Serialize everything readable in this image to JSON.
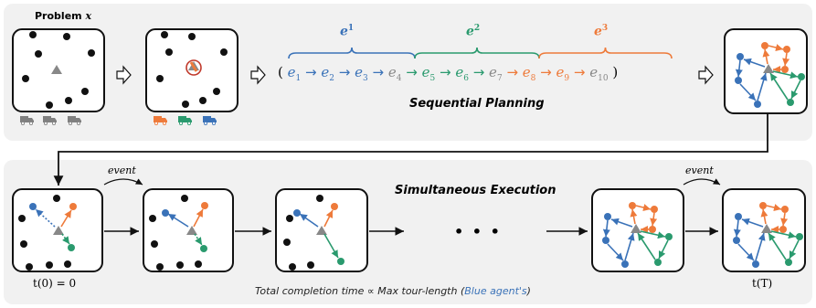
{
  "problem_label": "Problem",
  "problem_var": "x",
  "sequence": {
    "groups": [
      {
        "label": "e",
        "sup": "1",
        "color": "#3a72b8"
      },
      {
        "label": "e",
        "sup": "2",
        "color": "#2a9a6e"
      },
      {
        "label": "e",
        "sup": "3",
        "color": "#ee7a3a"
      }
    ],
    "items": [
      {
        "base": "e",
        "sub": "1",
        "color": "#3a72b8"
      },
      {
        "base": "e",
        "sub": "2",
        "color": "#3a72b8"
      },
      {
        "base": "e",
        "sub": "3",
        "color": "#3a72b8"
      },
      {
        "base": "e",
        "sub": "4",
        "color": "#888888"
      },
      {
        "base": "e",
        "sub": "5",
        "color": "#2a9a6e"
      },
      {
        "base": "e",
        "sub": "6",
        "color": "#2a9a6e"
      },
      {
        "base": "e",
        "sub": "7",
        "color": "#888888"
      },
      {
        "base": "e",
        "sub": "8",
        "color": "#ee7a3a"
      },
      {
        "base": "e",
        "sub": "9",
        "color": "#ee7a3a"
      },
      {
        "base": "e",
        "sub": "10",
        "color": "#888888"
      }
    ]
  },
  "sequential_title": "Sequential Planning",
  "simultaneous_title": "Simultaneous Execution",
  "event_label": "event",
  "ellipsis": "• • •",
  "t_start": "t(0) = 0",
  "t_end": "t(T)",
  "completion_text": "Total completion time ∝ Max tour-length (",
  "completion_blue": "Blue agent's",
  "completion_close": ")",
  "colors": {
    "blue": "#3a72b8",
    "green": "#2a9a6e",
    "orange": "#ee7a3a",
    "gray": "#808080",
    "panel": "#f1f1f1"
  },
  "icons": [
    "truck-icon",
    "rotation-icon",
    "hollow-arrow-icon",
    "depot-triangle-icon"
  ]
}
